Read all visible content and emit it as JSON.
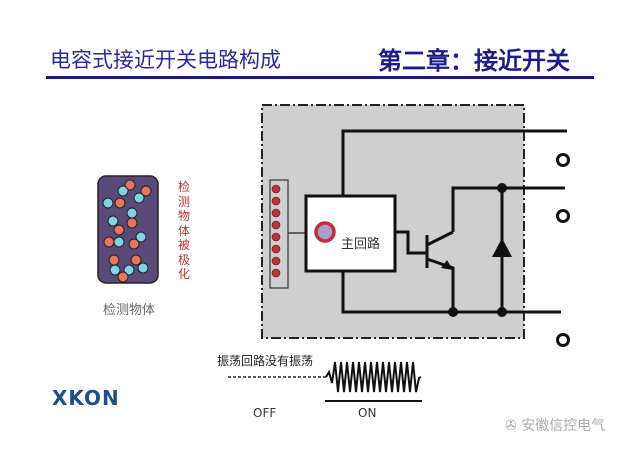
{
  "header": {
    "title": "电容式接近开关电路构成",
    "chapter": "第二章：接近开关"
  },
  "detected_object": {
    "label": "检测物体",
    "polarized_note": "检测物体被极化"
  },
  "circuit": {
    "main_circuit_label": "主回路"
  },
  "oscillation": {
    "label": "振荡回路没有振荡",
    "off_label": "OFF",
    "on_label": "ON"
  },
  "footer": {
    "logo": "XKON",
    "watermark": "安徽信控电气"
  },
  "colors": {
    "title_blue": "#2b2b9a",
    "object_purple": "#5a4a7a",
    "particle_red": "#e8765a",
    "particle_cyan": "#7ed3e6",
    "housing_gray": "#cfcfcf"
  }
}
